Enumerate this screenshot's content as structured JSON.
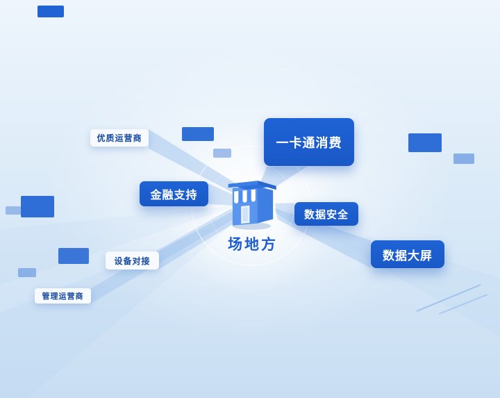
{
  "diagram": {
    "center": {
      "label": "场地方",
      "icon": "store-icon"
    },
    "nodes": [
      {
        "label": "优质运营商",
        "variant": "light"
      },
      {
        "label": "一卡通消费",
        "variant": "primary"
      },
      {
        "label": "金融支持",
        "variant": "primary"
      },
      {
        "label": "数据安全",
        "variant": "primary"
      },
      {
        "label": "设备对接",
        "variant": "light"
      },
      {
        "label": "数据大屏",
        "variant": "primary"
      },
      {
        "label": "管理运营商",
        "variant": "light"
      }
    ]
  },
  "colors": {
    "primary": "#1e63d6",
    "primary-deep": "#1a58c6",
    "light-box-bg": "#f7fbff",
    "dark-text": "#17489f",
    "center-label": "#1c5cd2",
    "beam": "#9fc3ee",
    "deco": "#2063d2",
    "bg-top": "#eef5fc",
    "bg-mid": "#dcebf8",
    "bg-bottom": "#c9def3"
  }
}
